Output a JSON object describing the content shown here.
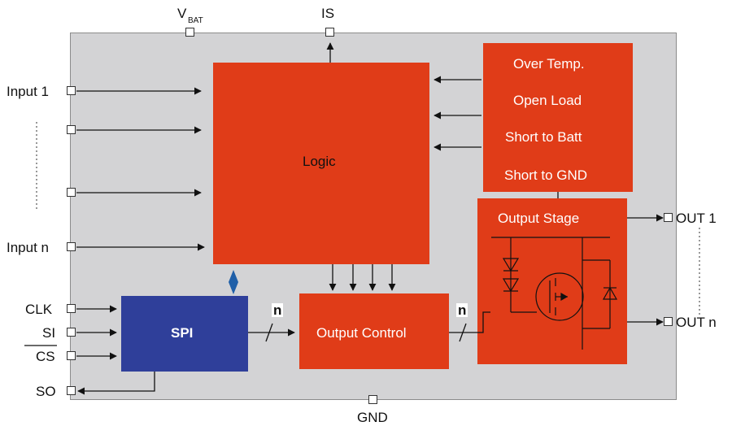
{
  "pins": {
    "vbat_main": "V",
    "vbat_sub": "BAT",
    "is": "IS",
    "gnd": "GND",
    "input1": "Input 1",
    "inputn": "Input n",
    "clk": "CLK",
    "si": "SI",
    "cs": "CS",
    "so": "SO",
    "out1": "OUT 1",
    "outn": "OUT n"
  },
  "blocks": {
    "logic": "Logic",
    "spi": "SPI",
    "output_control": "Output Control",
    "output_stage": "Output Stage",
    "diagnostics": [
      "Over Temp.",
      "Open Load",
      "Short to Batt",
      "Short to GND"
    ]
  },
  "bus_labels": {
    "spi_to_control": "n",
    "control_to_stage": "n"
  },
  "colors": {
    "chip_bg": "#d3d3d5",
    "orange_block": "#e03c18",
    "spi_block": "#2f3f9a",
    "bidir_arrow": "#1f5fa8"
  }
}
